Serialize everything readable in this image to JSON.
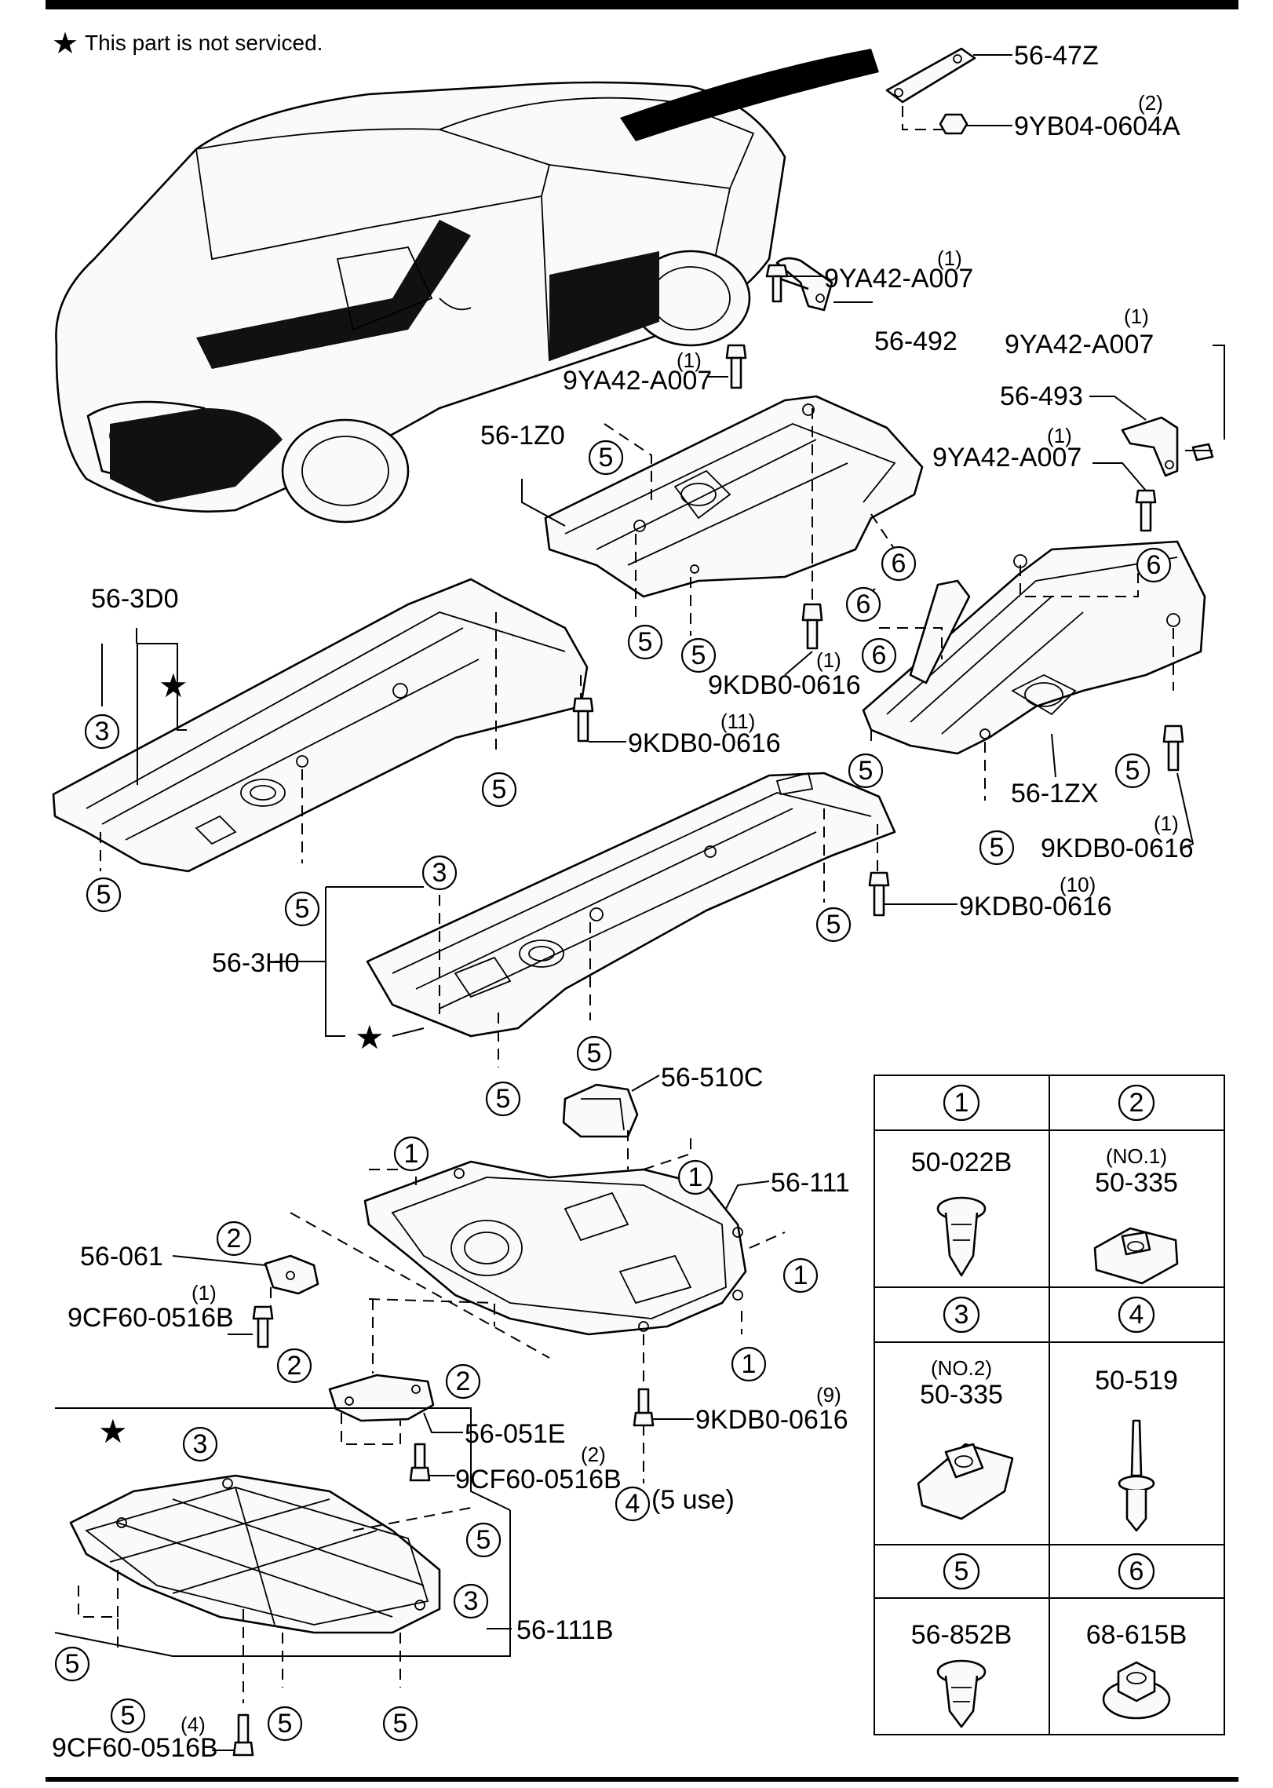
{
  "note": {
    "star": "★",
    "text": "This part is not serviced."
  },
  "callouts": {
    "p_56_47Z": "56-47Z",
    "p_9YB04_0604A": "9YB04-0604A",
    "q_9YB04_0604A": "(2)",
    "p_9YA42_A007_a": "9YA42-A007",
    "q_9YA42_A007_a": "(1)",
    "p_56_492": "56-492",
    "p_9YA42_A007_b": "9YA42-A007",
    "q_9YA42_A007_b": "(1)",
    "p_9YA42_A007_c": "9YA42-A007",
    "q_9YA42_A007_c": "(1)",
    "p_56_493": "56-493",
    "p_9YA42_A007_d": "9YA42-A007",
    "q_9YA42_A007_d": "(1)",
    "p_56_1Z0": "56-1Z0",
    "p_9KDB0_0616_a": "9KDB0-0616",
    "q_9KDB0_0616_a": "(1)",
    "p_56_1ZX": "56-1ZX",
    "p_9KDB0_0616_b": "9KDB0-0616",
    "q_9KDB0_0616_b": "(1)",
    "p_56_3D0": "56-3D0",
    "p_9KDB0_0616_c": "9KDB0-0616",
    "q_9KDB0_0616_c": "(11)",
    "p_56_3H0": "56-3H0",
    "p_9KDB0_0616_d": "9KDB0-0616",
    "q_9KDB0_0616_d": "(10)",
    "p_56_510C": "56-510C",
    "p_56_111": "56-111",
    "p_56_061": "56-061",
    "p_9CF60_0516B_a": "9CF60-0516B",
    "q_9CF60_0516B_a": "(1)",
    "p_56_051E": "56-051E",
    "p_9CF60_0516B_b": "9CF60-0516B",
    "q_9CF60_0516B_b": "(2)",
    "p_9KDB0_0616_e": "9KDB0-0616",
    "q_9KDB0_0616_e": "(9)",
    "use_5": "(5 use)",
    "p_56_111B": "56-111B",
    "p_9CF60_0516B_c": "9CF60-0516B",
    "q_9CF60_0516B_c": "(4)"
  },
  "circle_refs": {
    "one": "1",
    "two": "2",
    "three": "3",
    "four": "4",
    "five": "5",
    "six": "6"
  },
  "legend": {
    "cells": [
      {
        "ref": "1",
        "part": "50-022B",
        "sub": ""
      },
      {
        "ref": "2",
        "part": "50-335",
        "sub": "(NO.1)"
      },
      {
        "ref": "3",
        "part": "50-335",
        "sub": "(NO.2)"
      },
      {
        "ref": "4",
        "part": "50-519",
        "sub": ""
      },
      {
        "ref": "5",
        "part": "56-852B",
        "sub": ""
      },
      {
        "ref": "6",
        "part": "68-615B",
        "sub": ""
      }
    ]
  }
}
